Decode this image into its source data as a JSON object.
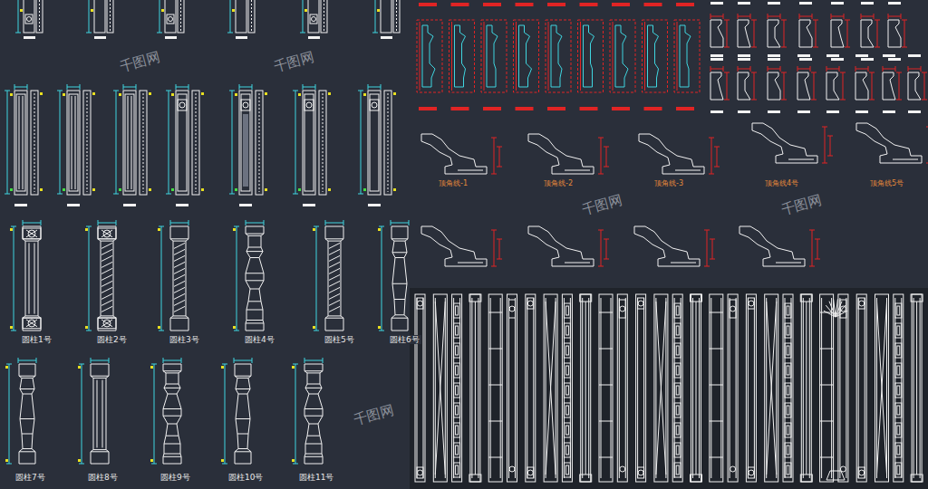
{
  "diagram": {
    "labels": [
      "圆柱1号",
      "圆柱2号",
      "圆柱3号",
      "圆柱4号",
      "圆柱5号",
      "圆柱6号",
      "圆柱7号",
      "圆柱8号",
      "圆柱9号",
      "圆柱10号",
      "圆柱11号",
      "顶角线-1",
      "顶角线-2",
      "顶角线-3",
      "顶角线4号",
      "顶角线5号",
      "千图网",
      "千图网",
      "千图网",
      "千图网",
      "千图网"
    ]
  }
}
